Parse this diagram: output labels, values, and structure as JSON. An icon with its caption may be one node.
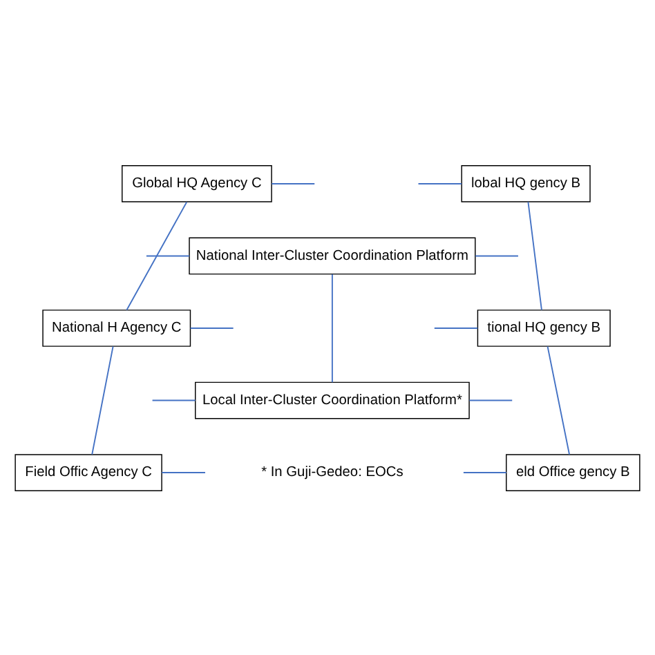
{
  "diagram": {
    "nodes": [
      {
        "text": [
          "lobal HQ gency B"
        ]
      },
      {
        "text": [
          "Global HQ Agency C"
        ]
      },
      {
        "text": [
          "National Inter-Cluster Coordination Platform"
        ]
      },
      {
        "text": [
          "tional HQ gency B"
        ]
      },
      {
        "text": [
          "National H Agency C"
        ]
      },
      {
        "text": [
          "Local Inter-Cluster Coordination Platform*"
        ]
      },
      {
        "text": [
          "eld Office gency B"
        ]
      },
      {
        "text": [
          "Field Offic Agency C"
        ]
      }
    ],
    "edges": [
      {
        "from": 0,
        "to": 3,
        "arrow": "none"
      },
      {
        "from": 1,
        "to": 4,
        "arrow": "none"
      },
      {
        "from": null,
        "to": 2,
        "arrow": "none"
      },
      {
        "from": 2,
        "to": null,
        "arrow": "none"
      },
      {
        "from": 2,
        "to": 5,
        "arrow": "none"
      },
      {
        "from": 3,
        "to": 6,
        "arrow": "none"
      },
      {
        "from": 4,
        "to": 7,
        "arrow": "none"
      },
      {
        "from": null,
        "to": 5,
        "arrow": "none"
      },
      {
        "from": 5,
        "to": null,
        "arrow": "none"
      },
      {
        "from": null,
        "to": 0,
        "arrow": "none"
      },
      {
        "from": 1,
        "to": null,
        "arrow": "none"
      },
      {
        "from": null,
        "to": 3,
        "arrow": "none"
      },
      {
        "from": 4,
        "to": null,
        "arrow": "none"
      },
      {
        "from": null,
        "to": 6,
        "arrow": "none"
      },
      {
        "from": 7,
        "to": null,
        "arrow": "none"
      }
    ],
    "labels": [
      "* In Guji-Gedeo: EOCs"
    ]
  }
}
